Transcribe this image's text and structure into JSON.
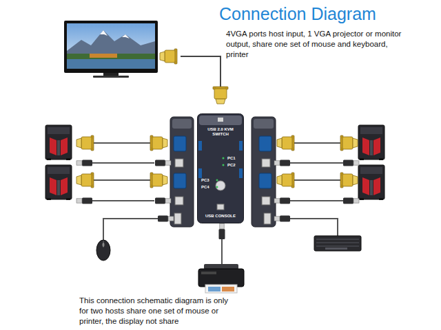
{
  "diagram": {
    "title": "Connection Diagram",
    "caption": "This connection schematic diagram is only for two hosts share one set of mouse or printer, the display not share",
    "nodes": [
      {
        "text": [
          "USB 2.0 KVM SWITCH",
          "PC1",
          "PC2",
          "PC3",
          "PC4",
          "USB CONSOLE"
        ]
      }
    ],
    "labels": [
      "4VGA ports host input, 1 VGA projector or monitor output, share one set of mouse and keyboard, printer"
    ]
  }
}
